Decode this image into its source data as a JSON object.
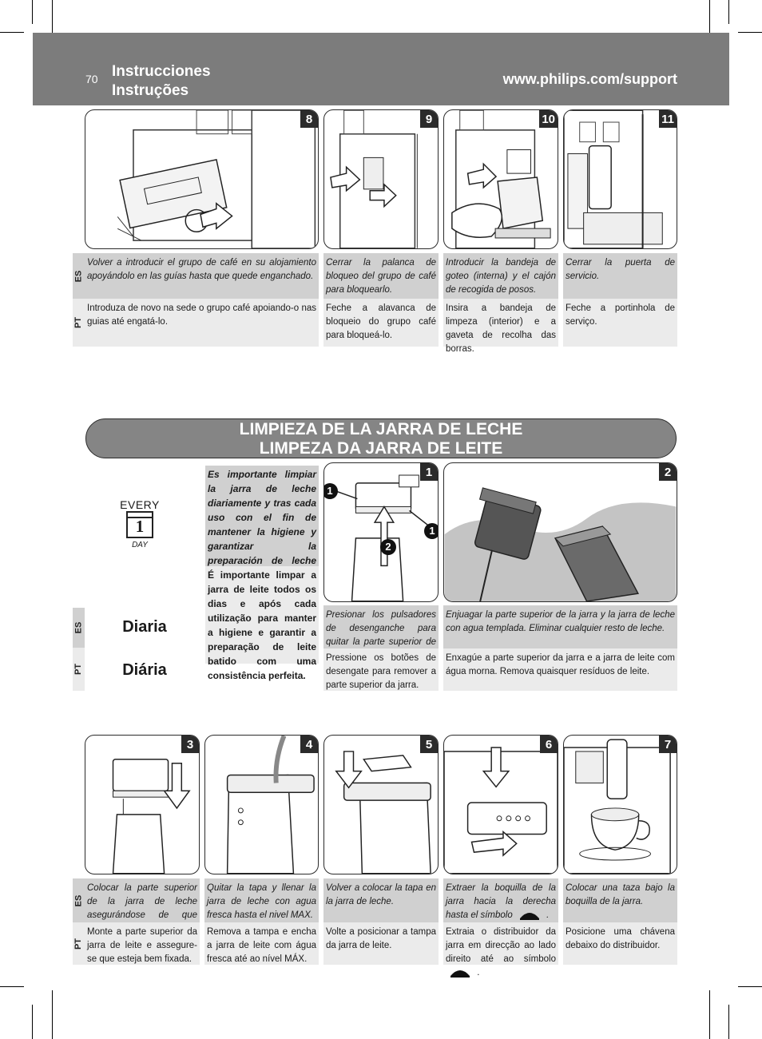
{
  "header": {
    "page_number": "70",
    "title_es": "Instrucciones",
    "title_pt": "Instruções",
    "url": "www.philips.com/support"
  },
  "top_steps": [
    {
      "num": "8",
      "es": "Volver a introducir el grupo de café en su alojamiento apoyándolo en las guías hasta que quede enganchado.",
      "pt": "Introduza de novo na sede o grupo café apoiando-o nas guias até engatá-lo."
    },
    {
      "num": "9",
      "es": "Cerrar la palanca de bloqueo del grupo de café para bloquearlo.",
      "pt": "Feche a alavanca de bloqueio do grupo café para bloqueá-lo."
    },
    {
      "num": "10",
      "es": "Introducir la bandeja de goteo (interna) y el cajón de recogida de posos.",
      "pt": "Insira a bandeja de limpeza (interior) e a gaveta de recolha das borras."
    },
    {
      "num": "11",
      "es": "Cerrar la puerta de servicio.",
      "pt": "Feche a portinhola de serviço."
    }
  ],
  "section": {
    "title_es": "LIMPIEZA DE LA JARRA DE LECHE",
    "title_pt": "LIMPEZA DA JARRA DE LEITE",
    "calendar_top": "EVERY",
    "calendar_day": "1",
    "calendar_bottom": "DAY",
    "frequency_es": "Diaria",
    "frequency_pt": "Diária",
    "intro_es": "Es importante limpiar la jarra de leche diariamente y tras cada uso con el fin de mantener la higiene y garantizar la preparación de leche espumada de consistencia perfecta.",
    "intro_pt": "É importante limpar a jarra de leite todos os dias e após cada utilização para manter a higiene e garantir a preparação de leite batido com uma consistência perfeita.",
    "step_markers": {
      "push": "1",
      "lift": "2"
    }
  },
  "mid_steps": [
    {
      "num": "1",
      "es": "Presionar los pulsadores de desenganche para quitar la parte superior de la jarra.",
      "pt": "Pressione os botões de desengate para remover a parte superior da jarra."
    },
    {
      "num": "2",
      "es": "Enjuagar la parte superior de la jarra y la jarra de leche con agua templada. Eliminar cualquier resto de leche.",
      "pt": "Enxagúe a parte superior da jarra e a jarra de leite com água morna. Remova quaisquer resíduos de leite."
    }
  ],
  "bottom_steps": [
    {
      "num": "3",
      "es": "Colocar la parte superior de la jarra de leche asegurándose de que quede bien fijada.",
      "pt": "Monte a parte superior da jarra de leite e assegure-se que esteja bem fixada."
    },
    {
      "num": "4",
      "es": "Quitar la tapa y llenar la jarra de leche con agua fresca hasta el nivel MAX.",
      "pt": "Remova a tampa e encha a jarra de leite com água fresca até ao nível MÁX."
    },
    {
      "num": "5",
      "es": "Volver a colocar la tapa en la jarra de leche.",
      "pt": "Volte a posicionar a tampa da jarra de leite."
    },
    {
      "num": "6",
      "es": "Extraer la boquilla de la jarra hacia la derecha hasta el símbolo",
      "es_end": ".",
      "pt": "Extraia o distribuidor da jarra em direcção ao lado direito até ao símbolo",
      "pt_end": "."
    },
    {
      "num": "7",
      "es": "Colocar una taza bajo la boquilla de la jarra.",
      "pt": "Posicione uma chávena debaixo do distribuidor."
    }
  ],
  "langs": {
    "es": "ES",
    "pt": "PT"
  }
}
